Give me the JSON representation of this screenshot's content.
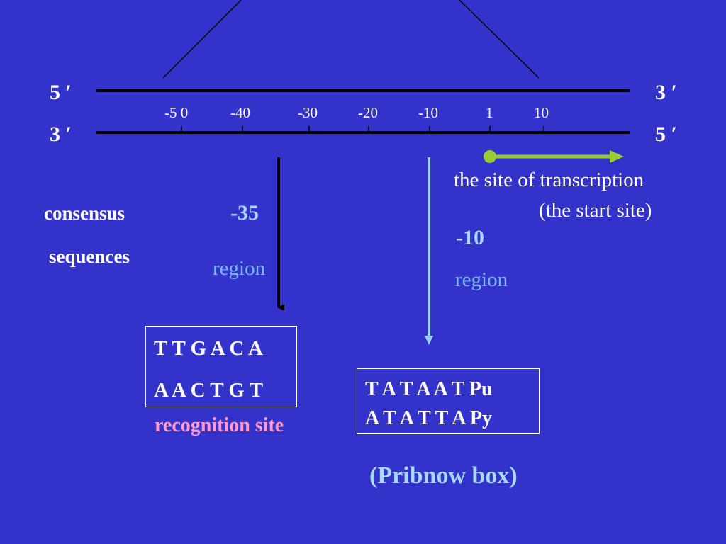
{
  "dna": {
    "top_left_end": "5 ′",
    "top_right_end": "3 ′",
    "bottom_left_end": "3 ′",
    "bottom_right_end": "5 ′",
    "tick_labels": [
      "-5 0",
      "-40",
      "-30",
      "-20",
      "-10",
      "1",
      "10"
    ]
  },
  "consensus": {
    "line1": "consensus",
    "line2": "sequences"
  },
  "region_35": {
    "number": "-35",
    "word": "region",
    "seq_top": "T T G A C A",
    "seq_bottom": "A A C T G T",
    "caption": "recognition site"
  },
  "region_10": {
    "number": "-10",
    "word": "region",
    "seq_top": "T A T A A T Pu",
    "seq_bottom": "A T A T T A Py",
    "caption": "(Pribnow box)"
  },
  "start_site": {
    "line1": "the site of transcription",
    "line2": "(the start site)"
  },
  "colors": {
    "background": "#3333cc",
    "strand": "#000000",
    "start_arrow": "#99cc33",
    "light_arrow": "#99ccff",
    "pink_caption": "#ff99cc",
    "blue_label": "#a8d8ff",
    "blue_region": "#78b8ff"
  }
}
